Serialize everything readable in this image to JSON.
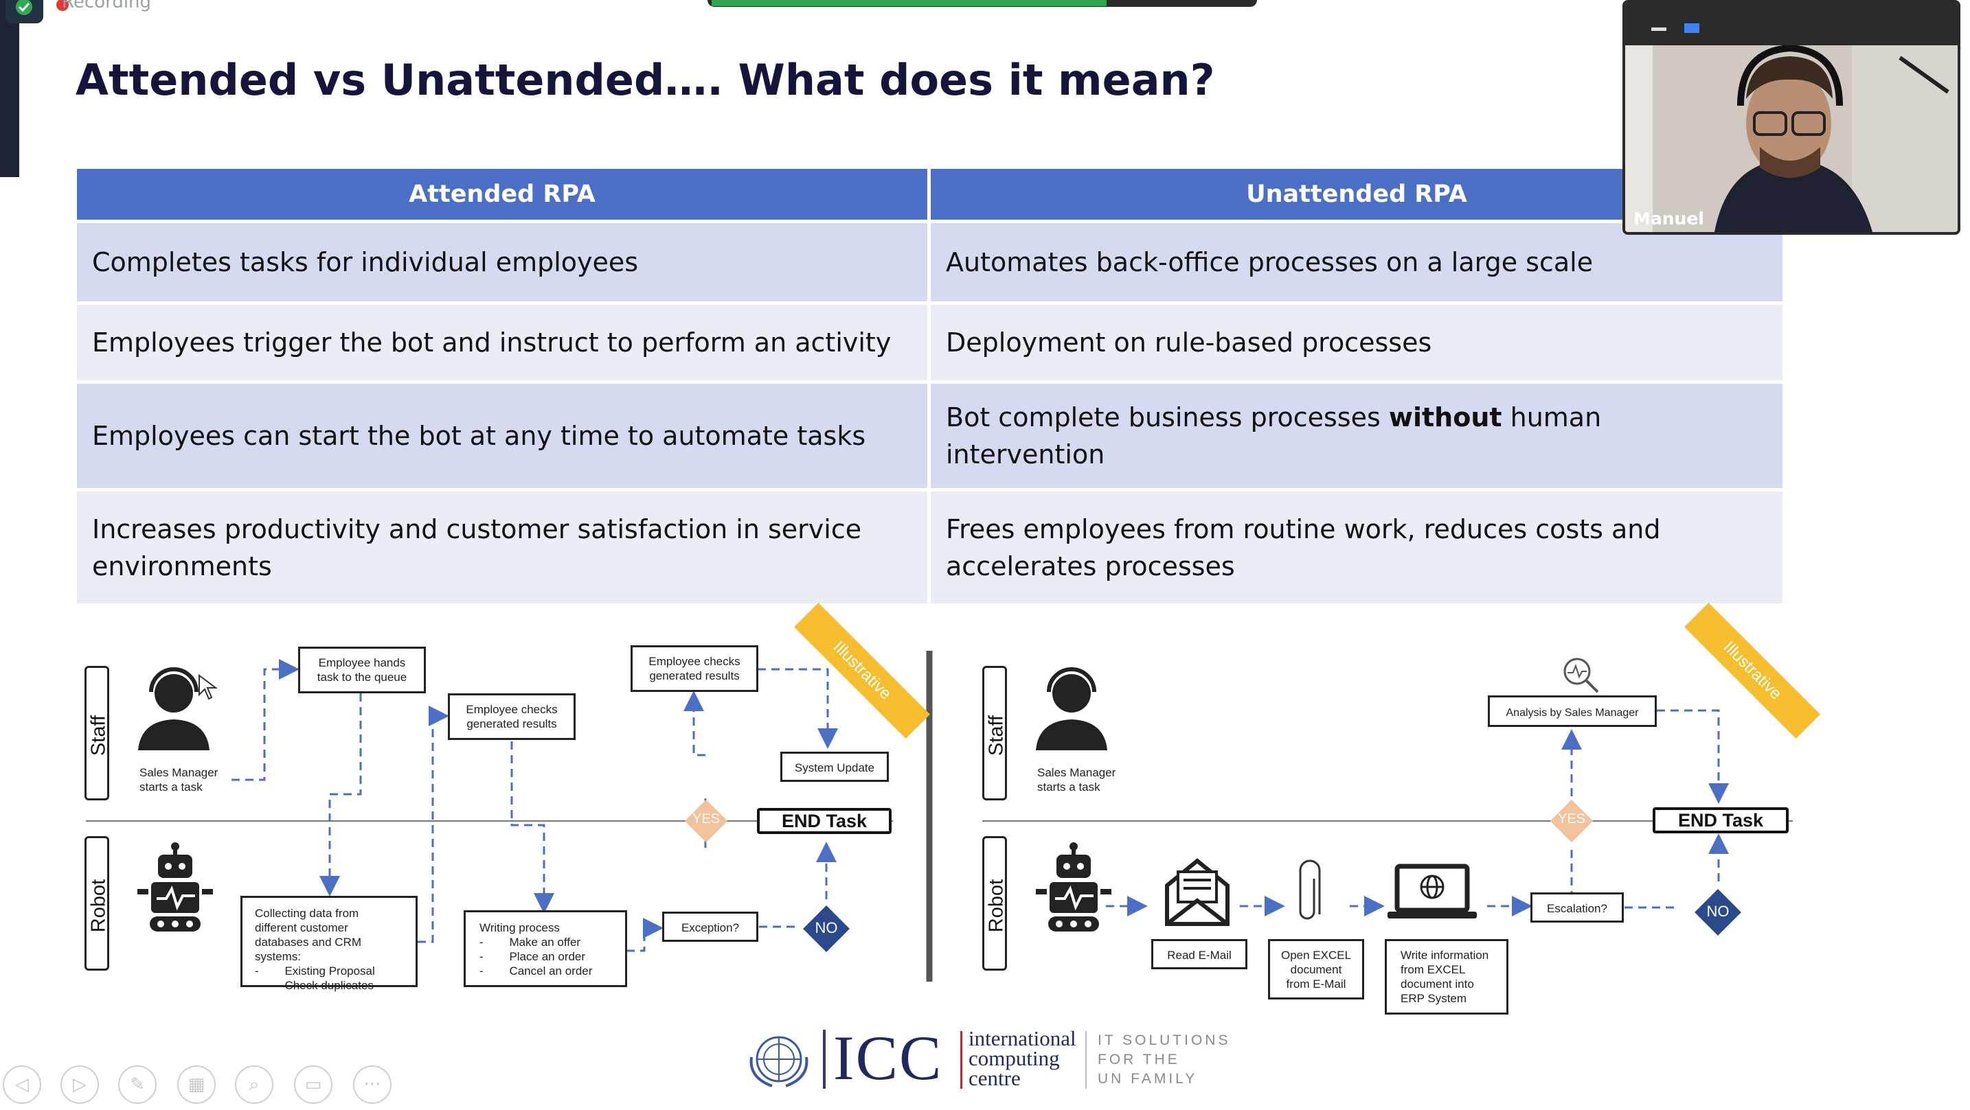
{
  "recording": {
    "label": "Recording"
  },
  "slide": {
    "title": "Attended vs Unattended…. What does it mean?",
    "table": {
      "headers": [
        "Attended RPA",
        "Unattended RPA"
      ],
      "rows": [
        [
          "Completes tasks for individual employees",
          "Automates back-office processes on a large scale"
        ],
        [
          "Employees trigger the bot and instruct to perform an activity",
          "Deployment on rule-based processes"
        ],
        [
          "Employees can start the bot at any time to automate tasks",
          "Bot complete business processes without human intervention"
        ],
        [
          "Increases productivity and customer satisfaction in service environments",
          "Frees employees from routine work, reduces costs and accelerates processes"
        ]
      ],
      "row3_right": {
        "before": "Bot complete business processes ",
        "bold": "without",
        "after": " human intervention"
      }
    },
    "diagram_left": {
      "lanes": [
        "Staff",
        "Robot"
      ],
      "staff_caption": [
        "Sales Manager",
        "starts a task"
      ],
      "boxes": {
        "hands_task": [
          "Employee hands",
          "task to the queue"
        ],
        "checks_results_1": [
          "Employee checks",
          "generated results"
        ],
        "checks_results_2": [
          "Employee checks",
          "generated results"
        ],
        "system_update": "System Update",
        "collecting": [
          "Collecting data from",
          "different customer",
          "databases and CRM systems:",
          "-        Existing Proposal",
          "-        Check duplicates"
        ],
        "writing": [
          "Writing process",
          "-        Make an offer",
          "-        Place an order",
          "-        Cancel an order"
        ],
        "exception": "Exception?"
      },
      "yes": "YES",
      "no": "NO",
      "end_task": "END Task",
      "illustrative": "Illustrative"
    },
    "diagram_right": {
      "lanes": [
        "Staff",
        "Robot"
      ],
      "staff_caption": [
        "Sales Manager",
        "starts a task"
      ],
      "boxes": {
        "analysis": "Analysis by Sales Manager",
        "read_email": "Read E-Mail",
        "open_excel": [
          "Open EXCEL",
          "document",
          "from E-Mail"
        ],
        "write_info": [
          "Write information",
          "from EXCEL",
          "document into",
          "ERP System"
        ],
        "escalation": "Escalation?"
      },
      "yes": "YES",
      "no": "NO",
      "end_task": "END Task",
      "illustrative": "Illustrative"
    },
    "logo": {
      "icc": "ICC",
      "name_lines": [
        "international",
        "computing",
        "centre"
      ],
      "tagline_lines": [
        "IT SOLUTIONS",
        "FOR THE",
        "UN FAMILY"
      ]
    }
  },
  "webcam": {
    "participant": "Manuel"
  },
  "colors": {
    "header_blue": "#4a6fc4",
    "row_dark": "#d4daef",
    "row_light": "#eaecf6",
    "yes_orange": "#f3c29b",
    "no_navy": "#2a4a8c",
    "illustrative": "#f6be2f"
  },
  "slide_controls": [
    "previous-icon",
    "next-icon",
    "pen-icon",
    "slides-icon",
    "zoom-icon",
    "subtitles-icon",
    "more-icon"
  ]
}
